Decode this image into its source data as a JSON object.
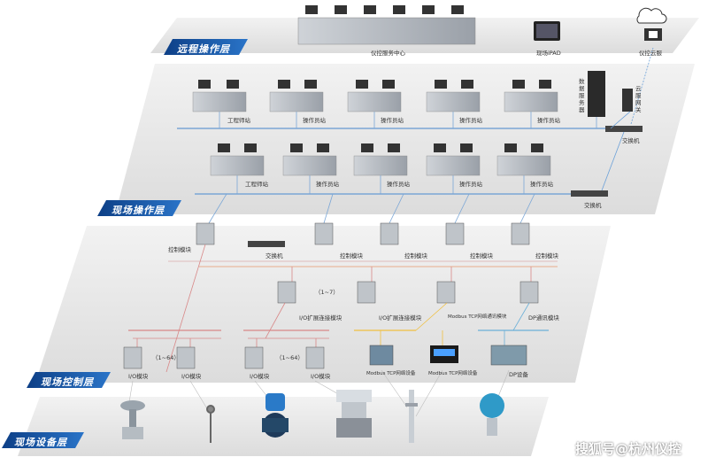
{
  "layers": {
    "remote": "远程操作层",
    "field_operation": "现场操作层",
    "field_control": "现场控制层",
    "field_device": "现场设备层"
  },
  "remote_layer": {
    "server_center": "仪控服务中心",
    "ipad": "现场iPAD",
    "cloud_server": "仪控云服",
    "data_server": "数据服务器",
    "gateway": "云服网关"
  },
  "operation_layer": {
    "row1": [
      "工程师站",
      "操作员站",
      "操作员站",
      "操作员站",
      "操作员站"
    ],
    "row1_switch": "交换机",
    "row2": [
      "工程师站",
      "操作员站",
      "操作员站",
      "操作员站",
      "操作员站"
    ],
    "row2_switch": "交换机"
  },
  "control_layer": {
    "controllers": [
      "控制模块",
      "控制模块",
      "控制模块",
      "控制模块",
      "控制模块"
    ],
    "switch": "交换机",
    "range_expansion": "（1~7）",
    "io_expansion_1": "I/O扩展连接模块",
    "io_expansion_2": "I/O扩展连接模块",
    "modbus_module": "Modbus TCP网络通讯模块",
    "dp_module": "DP通讯模块",
    "range_io_1": "（1~64）",
    "range_io_2": "（1~64）",
    "io_modules": [
      "I/O模块",
      "I/O模块",
      "I/O模块",
      "I/O模块"
    ],
    "modbus_devices": [
      "Modbus TCP网络设备",
      "Modbus TCP网络设备"
    ],
    "dp_device": "DP设备"
  },
  "watermark": "搜狐号@杭州仪控",
  "colors": {
    "layer_tag": "#1a5aa8",
    "panel": "#e8e8e8",
    "ethernet": "#7aa6d6",
    "control_bus": "#e8b8a0",
    "io_bus": "#d88888",
    "modbus_bus": "#f0c040",
    "dp_bus": "#6bb0d8"
  }
}
